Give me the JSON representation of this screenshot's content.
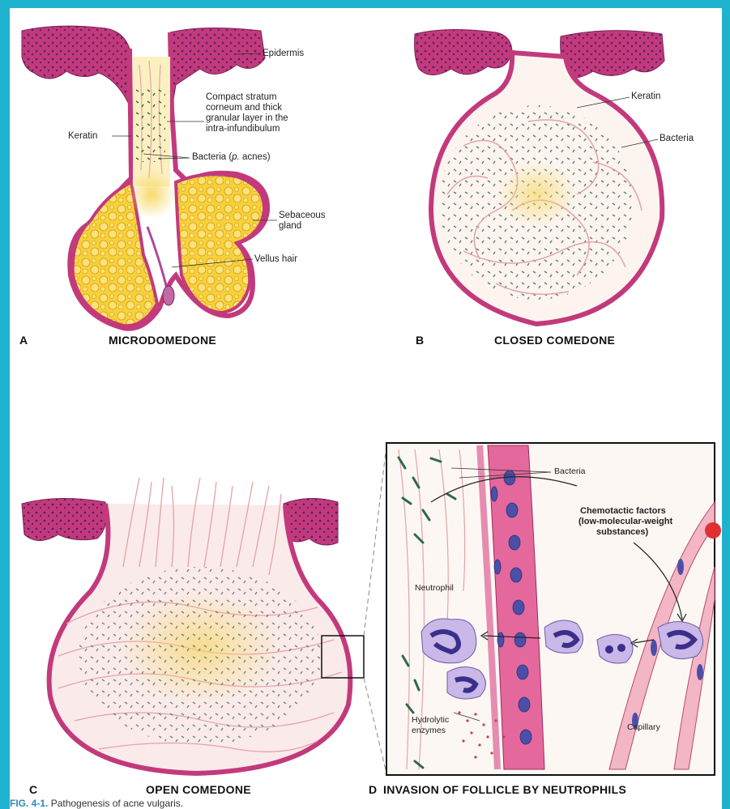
{
  "panels": {
    "a": {
      "letter": "A",
      "title": "MICRODOMEDONE",
      "labels": {
        "epidermis": "Epidermis",
        "compact_line1": "Compact stratum",
        "compact_line2": "corneum and thick",
        "compact_line3": "granular layer in the",
        "compact_line4": "intra-infundibulum",
        "keratin": "Keratin",
        "bacteria_prefix": "Bacteria (",
        "bacteria_italic": "p.",
        "bacteria_suffix": " acnes)",
        "sebaceous_line1": "Sebaceous",
        "sebaceous_line2": "gland",
        "vellus": "Vellus hair"
      }
    },
    "b": {
      "letter": "B",
      "title": "CLOSED COMEDONE",
      "labels": {
        "keratin": "Keratin",
        "bacteria": "Bacteria"
      }
    },
    "c": {
      "letter": "C",
      "title": "OPEN COMEDONE"
    },
    "d": {
      "letter": "D",
      "title": "INVASION OF FOLLICLE BY NEUTROPHILS",
      "labels": {
        "bacteria": "Bacteria",
        "chemo_line1": "Chemotactic factors",
        "chemo_line2": "(low-molecular-weight",
        "chemo_line3": "substances)",
        "neutrophil": "Neutrophil",
        "hydro_line1": "Hydrolytic",
        "hydro_line2": "enzymes",
        "capillary": "Capillary"
      }
    }
  },
  "caption": {
    "fig": "FIG. 4-1.",
    "text": "Pathogenesis of acne vulgaris."
  },
  "colors": {
    "border": "#1fb2cf",
    "epidermis": "#c23a7c",
    "tissue_pink": "#e8a0b8",
    "sebum_yellow": "#f5c21b",
    "keratin_fiber": "#e3a3a8",
    "bacteria": "#2c6a4a",
    "nucleus": "#4b4fa8",
    "caption_blue": "#2e86b8"
  }
}
